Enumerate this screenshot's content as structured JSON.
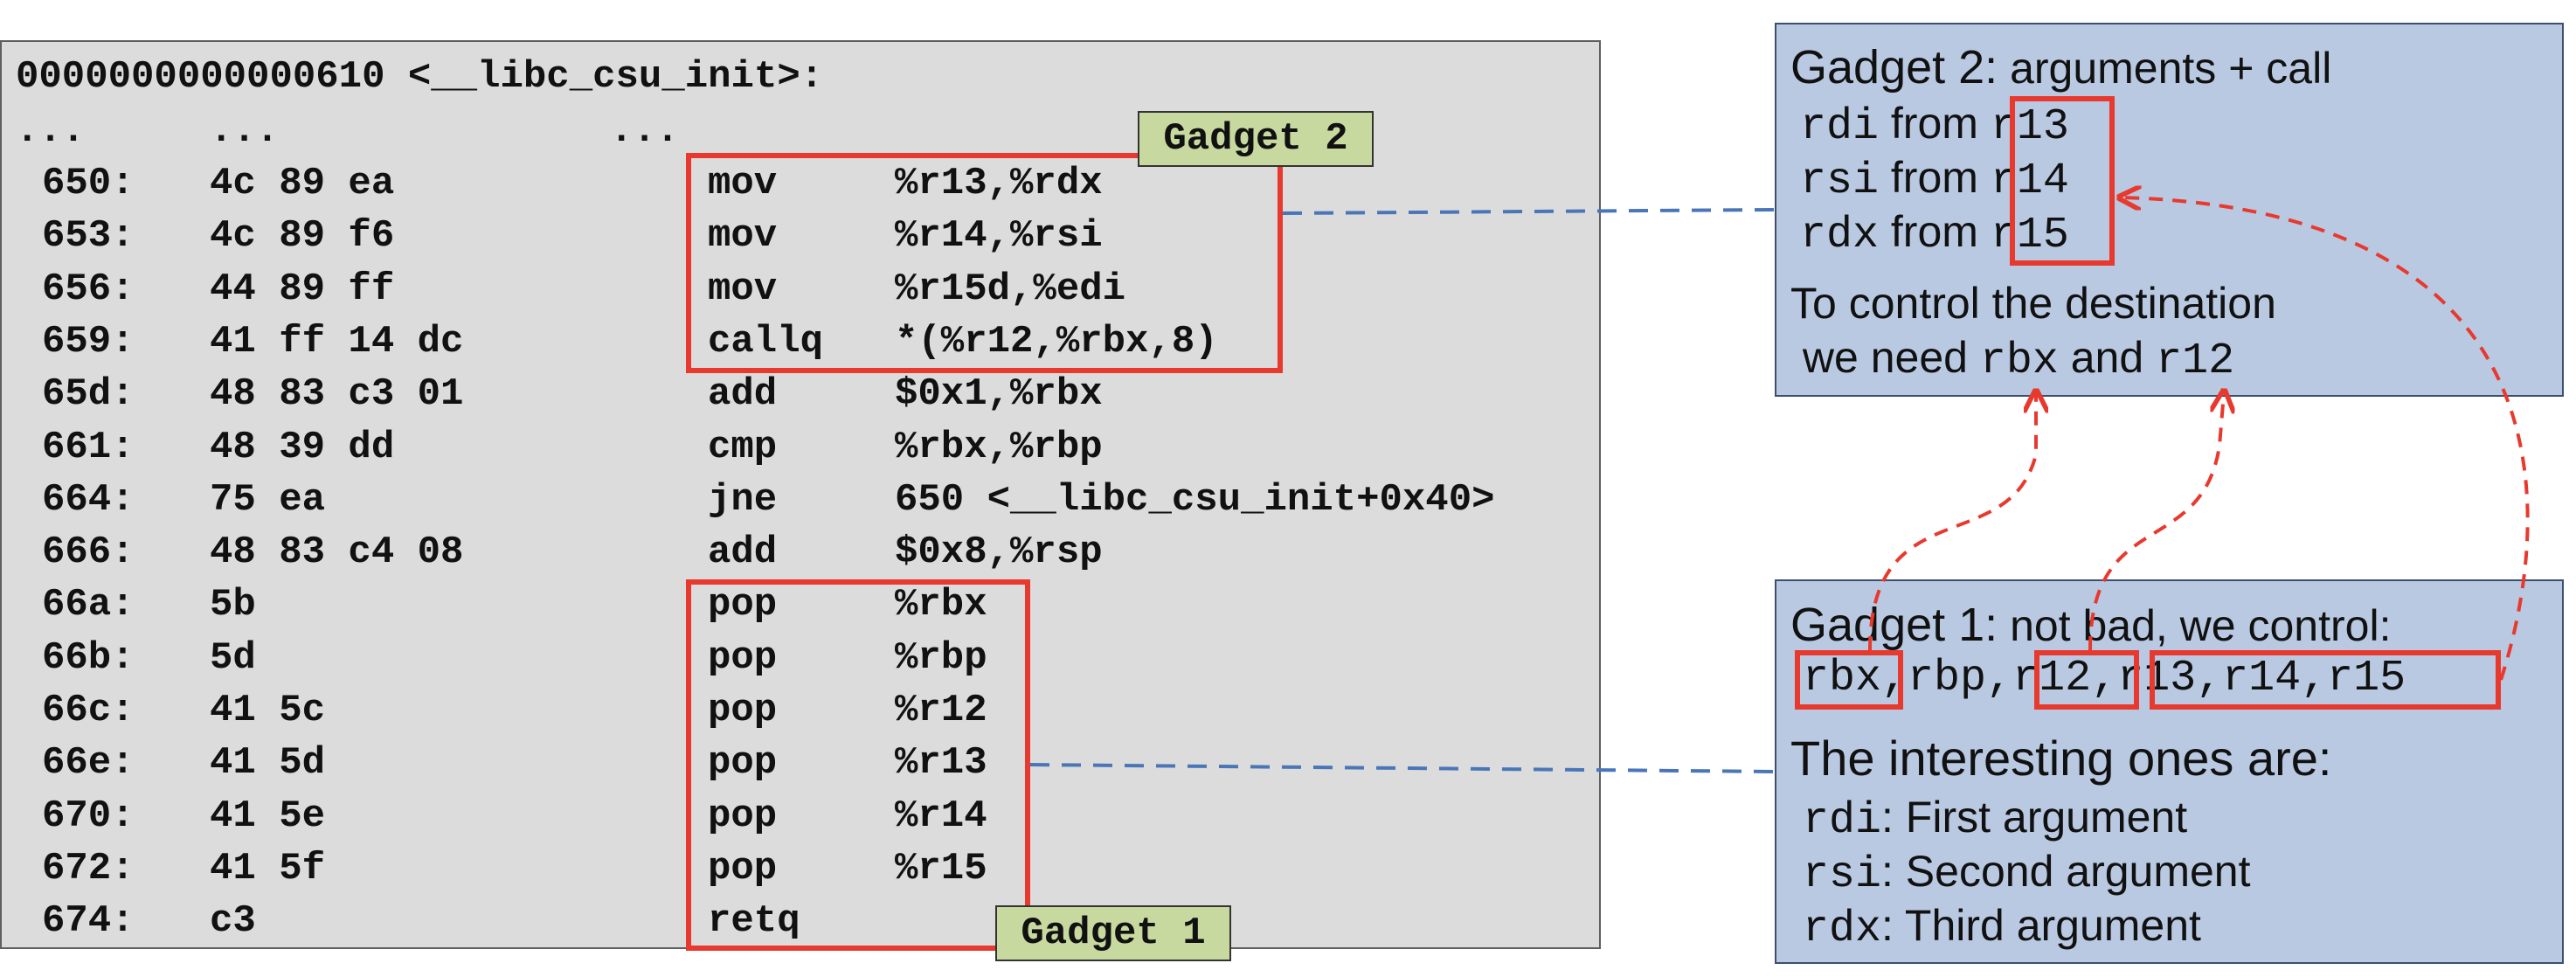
{
  "assembly": {
    "header": "0000000000000610 <__libc_csu_init>:",
    "ellipsis": [
      "...",
      "...",
      "..."
    ],
    "rows": [
      {
        "addr": "650:",
        "bytes": "4c 89 ea",
        "op": "mov",
        "args": "%r13,%rdx"
      },
      {
        "addr": "653:",
        "bytes": "4c 89 f6",
        "op": "mov",
        "args": "%r14,%rsi"
      },
      {
        "addr": "656:",
        "bytes": "44 89 ff",
        "op": "mov",
        "args": "%r15d,%edi"
      },
      {
        "addr": "659:",
        "bytes": "41 ff 14 dc",
        "op": "callq",
        "args": "*(%r12,%rbx,8)"
      },
      {
        "addr": "65d:",
        "bytes": "48 83 c3 01",
        "op": "add",
        "args": "$0x1,%rbx"
      },
      {
        "addr": "661:",
        "bytes": "48 39 dd",
        "op": "cmp",
        "args": "%rbx,%rbp"
      },
      {
        "addr": "664:",
        "bytes": "75 ea",
        "op": "jne",
        "args": "650 <__libc_csu_init+0x40>"
      },
      {
        "addr": "666:",
        "bytes": "48 83 c4 08",
        "op": "add",
        "args": "$0x8,%rsp"
      },
      {
        "addr": "66a:",
        "bytes": "5b",
        "op": "pop",
        "args": "%rbx"
      },
      {
        "addr": "66b:",
        "bytes": "5d",
        "op": "pop",
        "args": "%rbp"
      },
      {
        "addr": "66c:",
        "bytes": "41 5c",
        "op": "pop",
        "args": "%r12"
      },
      {
        "addr": "66e:",
        "bytes": "41 5d",
        "op": "pop",
        "args": "%r13"
      },
      {
        "addr": "670:",
        "bytes": "41 5e",
        "op": "pop",
        "args": "%r14"
      },
      {
        "addr": "672:",
        "bytes": "41 5f",
        "op": "pop",
        "args": "%r15"
      },
      {
        "addr": "674:",
        "bytes": "c3",
        "op": "retq",
        "args": ""
      }
    ]
  },
  "labels": {
    "gadget2_tag": "Gadget 2",
    "gadget1_tag": "Gadget 1"
  },
  "gadget2_box": {
    "title_bold": "Gadget 2:",
    "title_rest": " arguments + call",
    "lines": [
      {
        "reg": "rdi",
        "word": " from ",
        "src": "r13"
      },
      {
        "reg": "rsi",
        "word": " from ",
        "src": "r14"
      },
      {
        "reg": "rdx",
        "word": " from ",
        "src": "r15"
      }
    ],
    "note_line1": "To control the destination",
    "note_line2_pre": " we need ",
    "note_reg1": "rbx",
    "note_and": " and ",
    "note_reg2": "r12"
  },
  "gadget1_box": {
    "title_bold": "Gadget 1:",
    "title_rest": " not bad, we control:",
    "regs_a": "rbx",
    "sep1": ",",
    "regs_b": "rbp",
    "sep2": ",",
    "regs_c": "r12",
    "sep3": ",",
    "regs_d": "r13,r14,r15",
    "interesting": "The interesting ones are:",
    "args": [
      {
        "reg": "rdi",
        "desc": ": First argument"
      },
      {
        "reg": "rsi",
        "desc": ": Second argument"
      },
      {
        "reg": "rdx",
        "desc": ": Third argument"
      }
    ]
  },
  "colors": {
    "highlight_red": "#e8392e",
    "dash_blue": "#4a76b8",
    "panel_gray": "#dcdcdc",
    "info_blue": "#b9c9e2",
    "tag_green": "#c8d9a0"
  }
}
